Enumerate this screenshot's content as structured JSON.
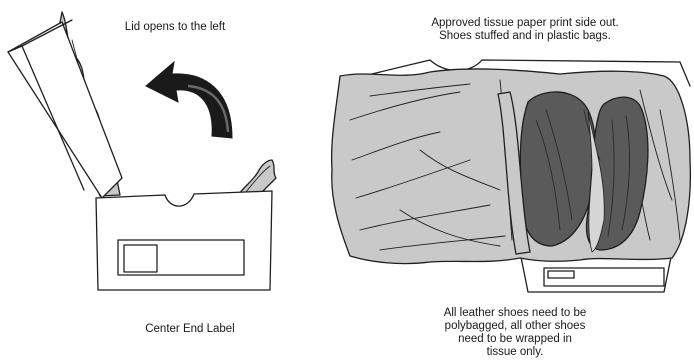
{
  "labels": {
    "lid_opens": "Lid opens to the left",
    "tissue_note_lines": [
      "Approved tissue paper print side out.",
      "Shoes stuffed and in plastic bags."
    ],
    "center_end_label": "Center End Label",
    "leather_note_lines": [
      "All leather shoes need to be",
      "polybagged, all other shoes",
      "need to be wrapped in",
      "tissue only."
    ]
  },
  "colors": {
    "tissue": "#c9c9c9",
    "shoe": "#5a5a5a",
    "outline": "#1f1f1f",
    "box": "#ffffff"
  },
  "icons": {
    "arrow": "curved-arrow-left-icon"
  }
}
